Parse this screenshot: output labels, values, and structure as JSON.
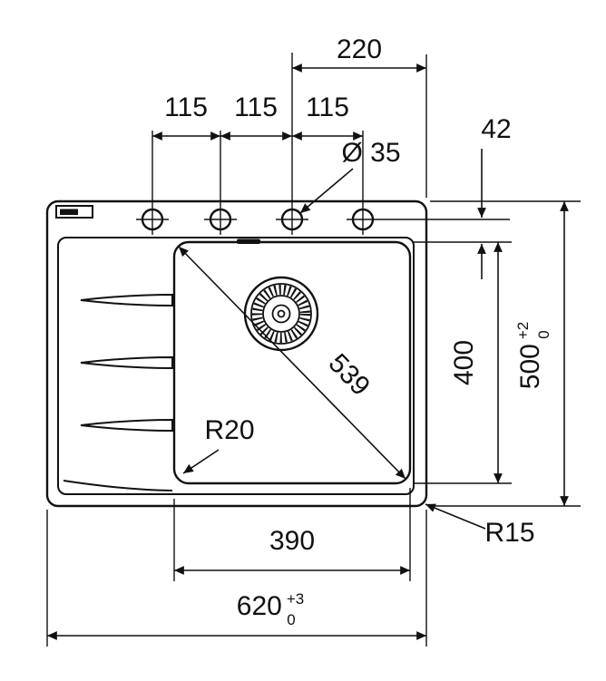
{
  "drawing": {
    "kind": "sink-technical-drawing-top-view",
    "colors": {
      "line": "#111111",
      "background": "#ffffff"
    },
    "dims": {
      "top_right_span": "220",
      "hole_pitch": [
        "115",
        "115",
        "115"
      ],
      "hole_diameter": "Ø 35",
      "hole_to_bowl_offset": "42",
      "bowl_length": "400",
      "overall_depth": {
        "value": "500",
        "tol_upper": "+2",
        "tol_lower": "0"
      },
      "bowl_diagonal": "539",
      "bowl_corner_radius": "R20",
      "outer_corner_radius": "R15",
      "bowl_width": "390",
      "overall_width": {
        "value": "620",
        "tol_upper": "+3",
        "tol_lower": "0"
      }
    }
  }
}
